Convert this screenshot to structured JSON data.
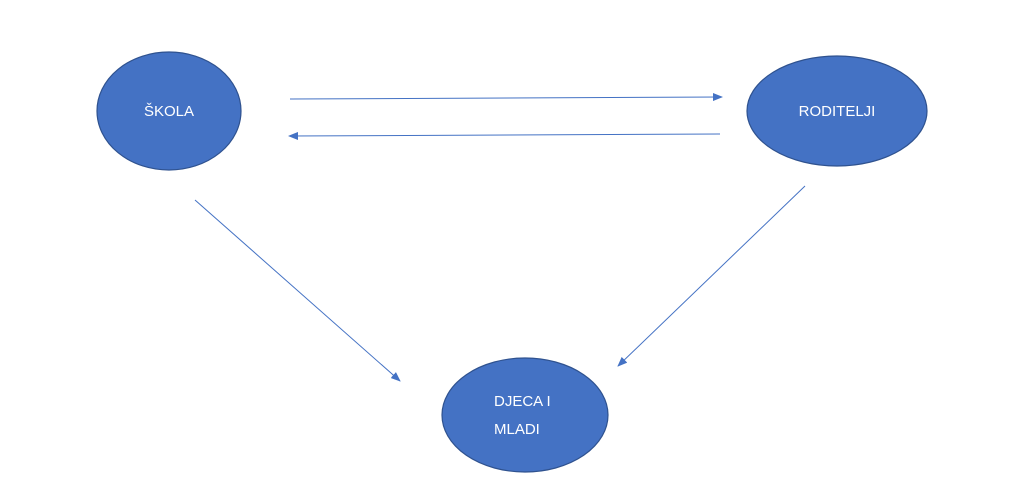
{
  "colors": {
    "node_fill": "#4472C4",
    "node_stroke": "#2F528F",
    "arrow": "#4472C4"
  },
  "nodes": {
    "skola": {
      "label": "ŠKOLA"
    },
    "roditelji": {
      "label": "RODITELJI"
    },
    "djeca": {
      "line1": "DJECA I",
      "line2": "MLADI"
    }
  },
  "edges": [
    {
      "from": "ŠKOLA",
      "to": "RODITELJI"
    },
    {
      "from": "RODITELJI",
      "to": "ŠKOLA"
    },
    {
      "from": "ŠKOLA",
      "to": "DJECA I MLADI"
    },
    {
      "from": "RODITELJI",
      "to": "DJECA I MLADI"
    }
  ]
}
